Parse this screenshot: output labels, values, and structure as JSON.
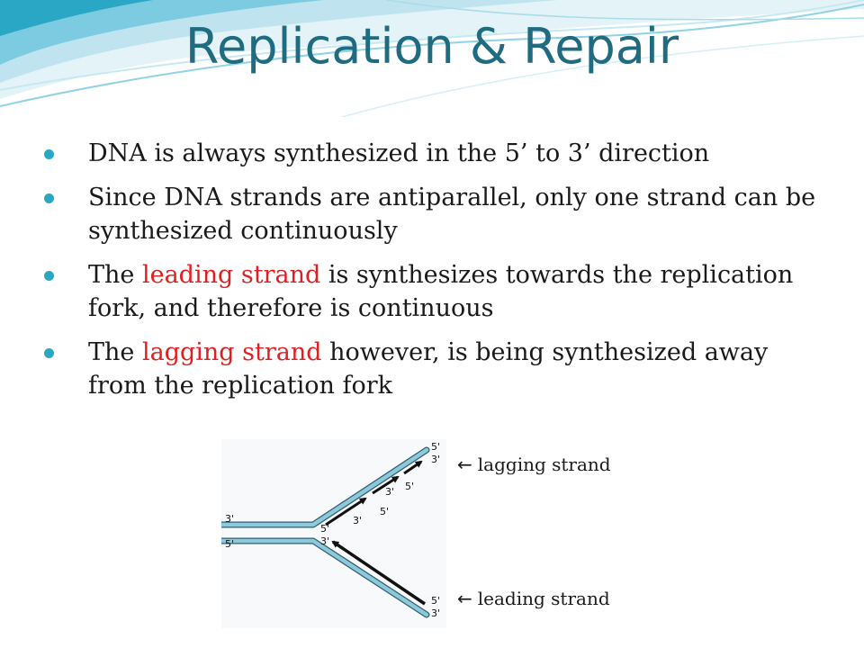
{
  "slide": {
    "title": "Replication & Repair",
    "accent_color": "#2aa7c5",
    "highlight_color": "#e02020",
    "bullets": [
      {
        "text": "DNA is always synthesized in the 5’ to 3’ direction"
      },
      {
        "text": "Since DNA strands are antiparallel, only one strand can be synthesized continuously"
      },
      {
        "pre": "The ",
        "highlight": "leading strand",
        "post": " is synthesizes towards the replication fork, and therefore is continuous"
      },
      {
        "pre": "The ",
        "highlight": "lagging strand",
        "post": " however, is being synthesized away from the replication fork"
      }
    ]
  },
  "diagram": {
    "labels": {
      "left_top": "3'",
      "left_bottom": "5'",
      "fork_top": "5'",
      "fork_bottom": "3'",
      "lag_end_top": "5'",
      "lag_end_bottom": "3'",
      "lag_seg1_3": "3'",
      "lag_seg1_5": "5'",
      "lag_seg2_3": "3'",
      "lag_seg2_5": "5'",
      "lead_end_top": "5'",
      "lead_end_bottom": "3'"
    }
  },
  "callouts": {
    "arrow_glyph": "←",
    "lagging": "lagging strand",
    "leading": "leading strand"
  }
}
